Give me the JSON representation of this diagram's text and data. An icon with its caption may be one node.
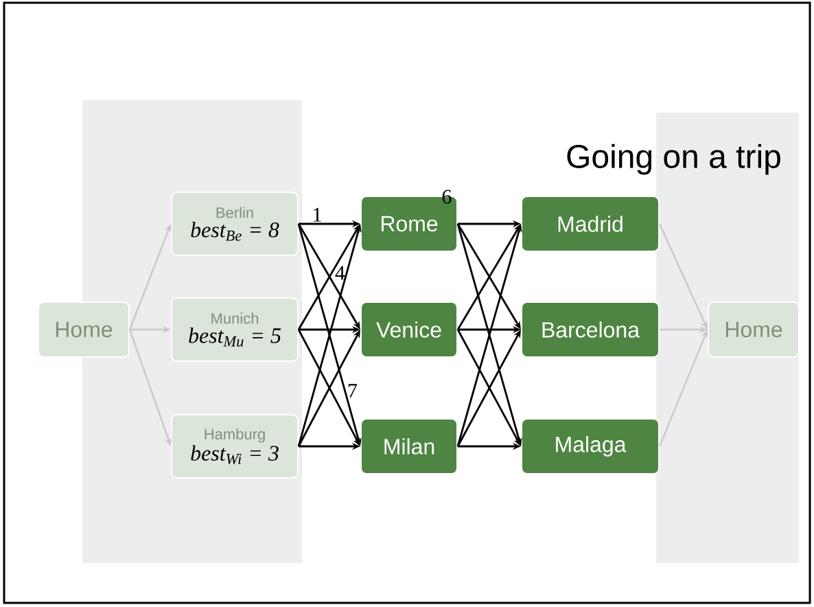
{
  "diagram": {
    "title": "Going on a trip",
    "nodes": [
      {
        "text": [
          "Home"
        ]
      },
      {
        "text": [
          "Berlin",
          "best$_{Be}$ = 8"
        ]
      },
      {
        "text": [
          "Munich",
          "best$_{Mu}$ = 5"
        ]
      },
      {
        "text": [
          "Hamburg",
          "best$_{Wi}$ = 3"
        ]
      },
      {
        "text": [
          "Rome"
        ]
      },
      {
        "text": [
          "Venice"
        ]
      },
      {
        "text": [
          "Milan"
        ]
      },
      {
        "text": [
          "Madrid"
        ]
      },
      {
        "text": [
          "Barcelona"
        ]
      },
      {
        "text": [
          "Malaga"
        ]
      },
      {
        "text": [
          "Home"
        ]
      }
    ],
    "edges": [
      {
        "from": 0,
        "to": 1,
        "arrow": "to",
        "color": "#c8c8c8"
      },
      {
        "from": 0,
        "to": 2,
        "arrow": "to",
        "color": "#c8c8c8"
      },
      {
        "from": 0,
        "to": 3,
        "arrow": "to",
        "color": "#c8c8c8"
      },
      {
        "from": 1,
        "to": 4,
        "arrow": "to",
        "label": "1"
      },
      {
        "from": 1,
        "to": 5,
        "arrow": "to",
        "label": "4"
      },
      {
        "from": 1,
        "to": 6,
        "arrow": "to",
        "label": "7"
      },
      {
        "from": 2,
        "to": 4,
        "arrow": "to"
      },
      {
        "from": 2,
        "to": 5,
        "arrow": "to"
      },
      {
        "from": 2,
        "to": 6,
        "arrow": "to"
      },
      {
        "from": 3,
        "to": 4,
        "arrow": "to"
      },
      {
        "from": 3,
        "to": 5,
        "arrow": "to"
      },
      {
        "from": 3,
        "to": 6,
        "arrow": "to"
      },
      {
        "from": 4,
        "to": 7,
        "arrow": "to"
      },
      {
        "from": 4,
        "to": 8,
        "arrow": "to"
      },
      {
        "from": 4,
        "to": 9,
        "arrow": "to"
      },
      {
        "from": 5,
        "to": 7,
        "arrow": "to"
      },
      {
        "from": 5,
        "to": 8,
        "arrow": "to"
      },
      {
        "from": 5,
        "to": 9,
        "arrow": "to"
      },
      {
        "from": 6,
        "to": 7,
        "arrow": "to"
      },
      {
        "from": 6,
        "to": 8,
        "arrow": "to"
      },
      {
        "from": 6,
        "to": 9,
        "arrow": "to"
      },
      {
        "from": 7,
        "to": 10,
        "arrow": "to",
        "color": "#c8c8c8"
      },
      {
        "from": 8,
        "to": 10,
        "arrow": "to",
        "color": "#c8c8c8"
      },
      {
        "from": 9,
        "to": 10,
        "arrow": "to",
        "color": "#c8c8c8"
      }
    ],
    "labels": [
      "6"
    ]
  }
}
